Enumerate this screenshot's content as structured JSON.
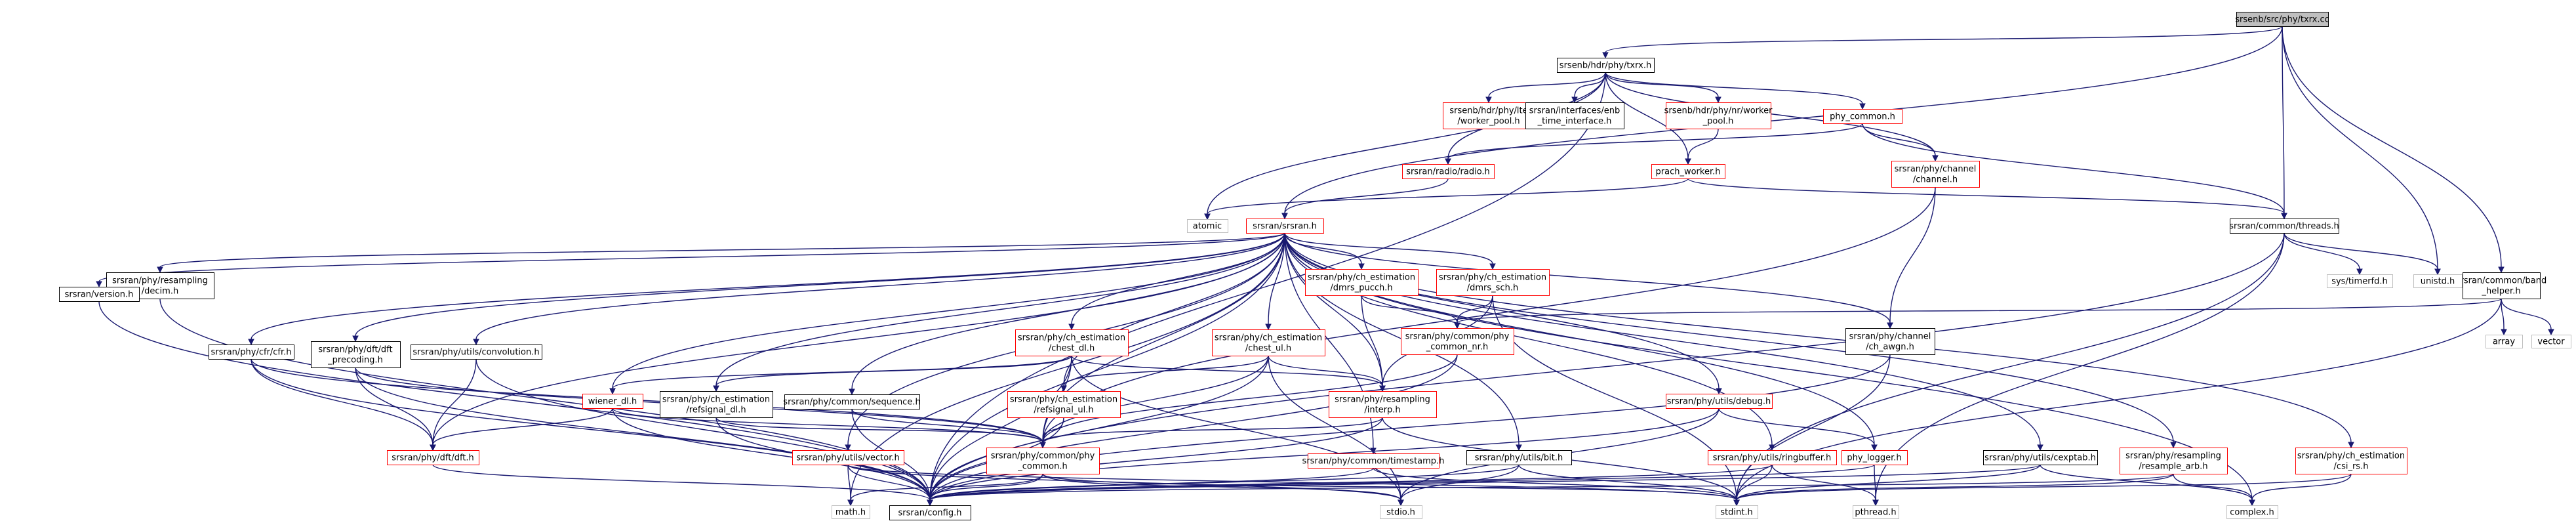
{
  "colors": {
    "edge": "#191970",
    "root_fill": "#bfbfbf",
    "normal_border": "#000000",
    "link_border": "#ff0000",
    "external_border": "#bfbfbf",
    "background": "#ffffff"
  },
  "nodes": [
    {
      "id": "n_txrx_cc",
      "label": [
        "srsenb/src/phy/txrx.cc"
      ],
      "kind": "root"
    },
    {
      "id": "n_txrx_h",
      "label": [
        "srsenb/hdr/phy/txrx.h"
      ],
      "kind": "normal"
    },
    {
      "id": "n_enb_band",
      "label": [
        "srsran/common/band",
        "_helper.h"
      ],
      "kind": "normal"
    },
    {
      "id": "n_lte_worker_pool",
      "label": [
        "srsenb/hdr/phy/lte",
        "/worker_pool.h"
      ],
      "kind": "link"
    },
    {
      "id": "n_enb_time",
      "label": [
        "srsran/interfaces/enb",
        "_time_interface.h"
      ],
      "kind": "normal"
    },
    {
      "id": "n_nr_worker_pool",
      "label": [
        "srsenb/hdr/phy/nr/worker",
        "_pool.h"
      ],
      "kind": "link"
    },
    {
      "id": "n_phy_common_enb",
      "label": [
        "phy_common.h"
      ],
      "kind": "link"
    },
    {
      "id": "n_radio",
      "label": [
        "srsran/radio/radio.h"
      ],
      "kind": "link"
    },
    {
      "id": "n_prach_worker",
      "label": [
        "prach_worker.h"
      ],
      "kind": "link"
    },
    {
      "id": "n_channel",
      "label": [
        "srsran/phy/channel",
        "/channel.h"
      ],
      "kind": "link"
    },
    {
      "id": "n_atomic",
      "label": [
        "atomic"
      ],
      "kind": "external"
    },
    {
      "id": "n_srsran_h",
      "label": [
        "srsran/srsran.h"
      ],
      "kind": "link"
    },
    {
      "id": "n_threads",
      "label": [
        "srsran/common/threads.h"
      ],
      "kind": "normal"
    },
    {
      "id": "n_timerfd",
      "label": [
        "sys/timerfd.h"
      ],
      "kind": "external"
    },
    {
      "id": "n_unistd",
      "label": [
        "unistd.h"
      ],
      "kind": "external"
    },
    {
      "id": "n_array",
      "label": [
        "array"
      ],
      "kind": "external"
    },
    {
      "id": "n_vector",
      "label": [
        "vector"
      ],
      "kind": "external"
    },
    {
      "id": "n_decim",
      "label": [
        "srsran/phy/resampling",
        "/decim.h"
      ],
      "kind": "normal"
    },
    {
      "id": "n_dmrs_pucch",
      "label": [
        "srsran/phy/ch_estimation",
        "/dmrs_pucch.h"
      ],
      "kind": "link"
    },
    {
      "id": "n_dmrs_sch",
      "label": [
        "srsran/phy/ch_estimation",
        "/dmrs_sch.h"
      ],
      "kind": "link"
    },
    {
      "id": "n_version",
      "label": [
        "srsran/version.h"
      ],
      "kind": "normal"
    },
    {
      "id": "n_chest_dl",
      "label": [
        "srsran/phy/ch_estimation",
        "/chest_dl.h"
      ],
      "kind": "link"
    },
    {
      "id": "n_chest_ul",
      "label": [
        "srsran/phy/ch_estimation",
        "/chest_ul.h"
      ],
      "kind": "link"
    },
    {
      "id": "n_phy_common_nr",
      "label": [
        "srsran/phy/common/phy",
        "_common_nr.h"
      ],
      "kind": "link"
    },
    {
      "id": "n_ch_awgn",
      "label": [
        "srsran/phy/channel",
        "/ch_awgn.h"
      ],
      "kind": "normal"
    },
    {
      "id": "n_cfr",
      "label": [
        "srsran/phy/cfr/cfr.h"
      ],
      "kind": "normal"
    },
    {
      "id": "n_dft_precoding",
      "label": [
        "srsran/phy/dft/dft",
        "_precoding.h"
      ],
      "kind": "normal"
    },
    {
      "id": "n_convolution",
      "label": [
        "srsran/phy/utils/convolution.h"
      ],
      "kind": "normal"
    },
    {
      "id": "n_wiener",
      "label": [
        "wiener_dl.h"
      ],
      "kind": "link"
    },
    {
      "id": "n_refsignal_dl",
      "label": [
        "srsran/phy/ch_estimation",
        "/refsignal_dl.h"
      ],
      "kind": "normal"
    },
    {
      "id": "n_sequence",
      "label": [
        "srsran/phy/common/sequence.h"
      ],
      "kind": "normal"
    },
    {
      "id": "n_refsignal_ul",
      "label": [
        "srsran/phy/ch_estimation",
        "/refsignal_ul.h"
      ],
      "kind": "link"
    },
    {
      "id": "n_interp",
      "label": [
        "srsran/phy/resampling",
        "/interp.h"
      ],
      "kind": "link"
    },
    {
      "id": "n_debug",
      "label": [
        "srsran/phy/utils/debug.h"
      ],
      "kind": "link"
    },
    {
      "id": "n_dft",
      "label": [
        "srsran/phy/dft/dft.h"
      ],
      "kind": "link"
    },
    {
      "id": "n_vector_h",
      "label": [
        "srsran/phy/utils/vector.h"
      ],
      "kind": "link"
    },
    {
      "id": "n_phy_common",
      "label": [
        "srsran/phy/common/phy",
        "_common.h"
      ],
      "kind": "link"
    },
    {
      "id": "n_timestamp",
      "label": [
        "srsran/phy/common/timestamp.h"
      ],
      "kind": "link"
    },
    {
      "id": "n_bit",
      "label": [
        "srsran/phy/utils/bit.h"
      ],
      "kind": "normal"
    },
    {
      "id": "n_ringbuffer",
      "label": [
        "srsran/phy/utils/ringbuffer.h"
      ],
      "kind": "link"
    },
    {
      "id": "n_phy_logger",
      "label": [
        "phy_logger.h"
      ],
      "kind": "link"
    },
    {
      "id": "n_cexptab",
      "label": [
        "srsran/phy/utils/cexptab.h"
      ],
      "kind": "normal"
    },
    {
      "id": "n_resample_arb",
      "label": [
        "srsran/phy/resampling",
        "/resample_arb.h"
      ],
      "kind": "link"
    },
    {
      "id": "n_csi_rs",
      "label": [
        "srsran/phy/ch_estimation",
        "/csi_rs.h"
      ],
      "kind": "link"
    },
    {
      "id": "n_math",
      "label": [
        "math.h"
      ],
      "kind": "external"
    },
    {
      "id": "n_config",
      "label": [
        "srsran/config.h"
      ],
      "kind": "normal"
    },
    {
      "id": "n_stdio",
      "label": [
        "stdio.h"
      ],
      "kind": "external"
    },
    {
      "id": "n_stdint",
      "label": [
        "stdint.h"
      ],
      "kind": "external"
    },
    {
      "id": "n_pthread",
      "label": [
        "pthread.h"
      ],
      "kind": "external"
    },
    {
      "id": "n_complex",
      "label": [
        "complex.h"
      ],
      "kind": "external"
    }
  ],
  "edges": [
    [
      "n_txrx_cc",
      "n_txrx_h"
    ],
    [
      "n_txrx_cc",
      "n_threads"
    ],
    [
      "n_txrx_cc",
      "n_enb_band"
    ],
    [
      "n_txrx_cc",
      "n_unistd"
    ],
    [
      "n_txrx_cc",
      "n_srsran_h"
    ],
    [
      "n_txrx_h",
      "n_lte_worker_pool"
    ],
    [
      "n_txrx_h",
      "n_enb_time"
    ],
    [
      "n_txrx_h",
      "n_nr_worker_pool"
    ],
    [
      "n_txrx_h",
      "n_phy_common_enb"
    ],
    [
      "n_txrx_h",
      "n_radio"
    ],
    [
      "n_txrx_h",
      "n_prach_worker"
    ],
    [
      "n_txrx_h",
      "n_channel"
    ],
    [
      "n_txrx_h",
      "n_atomic"
    ],
    [
      "n_txrx_h",
      "n_config"
    ],
    [
      "n_nr_worker_pool",
      "n_prach_worker"
    ],
    [
      "n_phy_common_enb",
      "n_radio"
    ],
    [
      "n_phy_common_enb",
      "n_channel"
    ],
    [
      "n_phy_common_enb",
      "n_threads"
    ],
    [
      "n_radio",
      "n_srsran_h"
    ],
    [
      "n_prach_worker",
      "n_atomic"
    ],
    [
      "n_prach_worker",
      "n_threads"
    ],
    [
      "n_channel",
      "n_ch_awgn"
    ],
    [
      "n_channel",
      "n_phy_common"
    ],
    [
      "n_threads",
      "n_timerfd"
    ],
    [
      "n_threads",
      "n_unistd"
    ],
    [
      "n_threads",
      "n_config"
    ],
    [
      "n_threads",
      "n_pthread"
    ],
    [
      "n_threads",
      "n_stdint"
    ],
    [
      "n_enb_band",
      "n_phy_common_nr"
    ],
    [
      "n_enb_band",
      "n_array"
    ],
    [
      "n_enb_band",
      "n_vector"
    ],
    [
      "n_enb_band",
      "n_stdint"
    ],
    [
      "n_srsran_h",
      "n_decim"
    ],
    [
      "n_srsran_h",
      "n_dmrs_pucch"
    ],
    [
      "n_srsran_h",
      "n_dmrs_sch"
    ],
    [
      "n_srsran_h",
      "n_version"
    ],
    [
      "n_srsran_h",
      "n_chest_dl"
    ],
    [
      "n_srsran_h",
      "n_chest_ul"
    ],
    [
      "n_srsran_h",
      "n_ch_awgn"
    ],
    [
      "n_srsran_h",
      "n_cfr"
    ],
    [
      "n_srsran_h",
      "n_dft_precoding"
    ],
    [
      "n_srsran_h",
      "n_convolution"
    ],
    [
      "n_srsran_h",
      "n_wiener"
    ],
    [
      "n_srsran_h",
      "n_refsignal_dl"
    ],
    [
      "n_srsran_h",
      "n_sequence"
    ],
    [
      "n_srsran_h",
      "n_refsignal_ul"
    ],
    [
      "n_srsran_h",
      "n_interp"
    ],
    [
      "n_srsran_h",
      "n_debug"
    ],
    [
      "n_srsran_h",
      "n_dft"
    ],
    [
      "n_srsran_h",
      "n_vector_h"
    ],
    [
      "n_srsran_h",
      "n_phy_common"
    ],
    [
      "n_srsran_h",
      "n_timestamp"
    ],
    [
      "n_srsran_h",
      "n_bit"
    ],
    [
      "n_srsran_h",
      "n_ringbuffer"
    ],
    [
      "n_srsran_h",
      "n_phy_logger"
    ],
    [
      "n_srsran_h",
      "n_cexptab"
    ],
    [
      "n_srsran_h",
      "n_resample_arb"
    ],
    [
      "n_srsran_h",
      "n_csi_rs"
    ],
    [
      "n_srsran_h",
      "n_math"
    ],
    [
      "n_srsran_h",
      "n_config"
    ],
    [
      "n_srsran_h",
      "n_complex"
    ],
    [
      "n_decim",
      "n_config"
    ],
    [
      "n_version",
      "n_config"
    ],
    [
      "n_dmrs_pucch",
      "n_phy_common_nr"
    ],
    [
      "n_dmrs_pucch",
      "n_interp"
    ],
    [
      "n_dmrs_sch",
      "n_phy_common_nr"
    ],
    [
      "n_dmrs_sch",
      "n_interp"
    ],
    [
      "n_dmrs_sch",
      "n_stdint"
    ],
    [
      "n_chest_dl",
      "n_wiener"
    ],
    [
      "n_chest_dl",
      "n_refsignal_dl"
    ],
    [
      "n_chest_dl",
      "n_interp"
    ],
    [
      "n_chest_dl",
      "n_phy_common"
    ],
    [
      "n_chest_dl",
      "n_config"
    ],
    [
      "n_chest_dl",
      "n_stdio"
    ],
    [
      "n_chest_ul",
      "n_refsignal_ul"
    ],
    [
      "n_chest_ul",
      "n_interp"
    ],
    [
      "n_chest_ul",
      "n_phy_common"
    ],
    [
      "n_chest_ul",
      "n_config"
    ],
    [
      "n_chest_ul",
      "n_stdio"
    ],
    [
      "n_phy_common_nr",
      "n_phy_common"
    ],
    [
      "n_phy_common_nr",
      "n_config"
    ],
    [
      "n_ch_awgn",
      "n_config"
    ],
    [
      "n_ch_awgn",
      "n_stdint"
    ],
    [
      "n_cfr",
      "n_dft"
    ],
    [
      "n_cfr",
      "n_config"
    ],
    [
      "n_cfr",
      "n_phy_common"
    ],
    [
      "n_dft_precoding",
      "n_dft"
    ],
    [
      "n_dft_precoding",
      "n_config"
    ],
    [
      "n_dft_precoding",
      "n_phy_common"
    ],
    [
      "n_convolution",
      "n_dft"
    ],
    [
      "n_convolution",
      "n_config"
    ],
    [
      "n_wiener",
      "n_dft"
    ],
    [
      "n_wiener",
      "n_phy_common"
    ],
    [
      "n_wiener",
      "n_config"
    ],
    [
      "n_refsignal_dl",
      "n_phy_common"
    ],
    [
      "n_refsignal_dl",
      "n_config"
    ],
    [
      "n_sequence",
      "n_phy_common"
    ],
    [
      "n_sequence",
      "n_config"
    ],
    [
      "n_refsignal_ul",
      "n_phy_common"
    ],
    [
      "n_refsignal_ul",
      "n_config"
    ],
    [
      "n_interp",
      "n_phy_common"
    ],
    [
      "n_interp",
      "n_config"
    ],
    [
      "n_interp",
      "n_stdint"
    ],
    [
      "n_debug",
      "n_phy_logger"
    ],
    [
      "n_debug",
      "n_stdio"
    ],
    [
      "n_debug",
      "n_config"
    ],
    [
      "n_dft",
      "n_config"
    ],
    [
      "n_vector_h",
      "n_config"
    ],
    [
      "n_vector_h",
      "n_math"
    ],
    [
      "n_vector_h",
      "n_stdio"
    ],
    [
      "n_vector_h",
      "n_stdint"
    ],
    [
      "n_phy_common",
      "n_config"
    ],
    [
      "n_phy_common",
      "n_math"
    ],
    [
      "n_phy_common",
      "n_stdio"
    ],
    [
      "n_phy_common",
      "n_stdint"
    ],
    [
      "n_timestamp",
      "n_config"
    ],
    [
      "n_timestamp",
      "n_stdint"
    ],
    [
      "n_bit",
      "n_config"
    ],
    [
      "n_bit",
      "n_stdint"
    ],
    [
      "n_bit",
      "n_stdio"
    ],
    [
      "n_ringbuffer",
      "n_config"
    ],
    [
      "n_ringbuffer",
      "n_stdint"
    ],
    [
      "n_ringbuffer",
      "n_pthread"
    ],
    [
      "n_phy_logger",
      "n_config"
    ],
    [
      "n_phy_logger",
      "n_pthread"
    ],
    [
      "n_cexptab",
      "n_config"
    ],
    [
      "n_cexptab",
      "n_complex"
    ],
    [
      "n_cexptab",
      "n_stdint"
    ],
    [
      "n_resample_arb",
      "n_config"
    ],
    [
      "n_resample_arb",
      "n_complex"
    ],
    [
      "n_resample_arb",
      "n_stdint"
    ],
    [
      "n_csi_rs",
      "n_complex"
    ],
    [
      "n_csi_rs",
      "n_stdint"
    ]
  ]
}
